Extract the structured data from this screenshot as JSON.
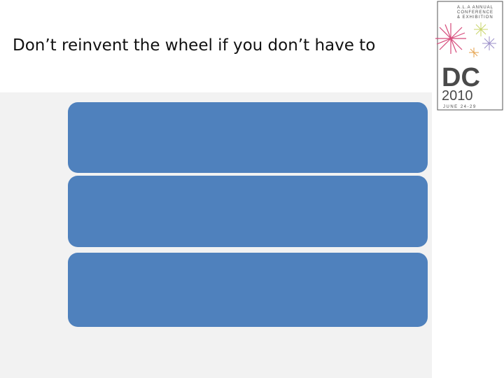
{
  "slide": {
    "title": "Don’t reinvent the wheel if you don’t have to"
  },
  "diagram": {
    "boxes": [
      {
        "label": ""
      },
      {
        "label": ""
      },
      {
        "label": ""
      }
    ],
    "box_color": "#4f81bd"
  },
  "logo": {
    "line1": "A.L.A ANNUAL",
    "line2": "CONFERENCE",
    "line3": "& EXHIBITION",
    "big_letters": "DC",
    "year": "2010",
    "dates": "JUNE 24-29"
  }
}
